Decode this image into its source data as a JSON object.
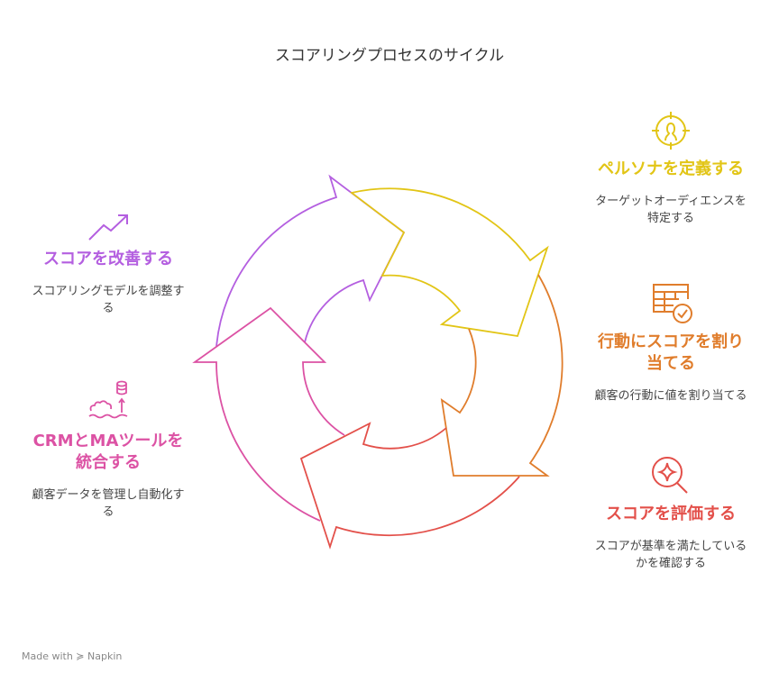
{
  "title": "スコアリングプロセスのサイクル",
  "colors": {
    "purple": "#b45fe0",
    "yellow": "#e2c516",
    "orange": "#e07d2c",
    "red": "#e3504a",
    "pink": "#dc52a4"
  },
  "steps": [
    {
      "heading": "ペルソナを定義する",
      "desc": "ターゲットオーディエンスを特定する",
      "icon": "persona-target-icon"
    },
    {
      "heading": "行動にスコアを割り当てる",
      "desc": "顧客の行動に値を割り当てる",
      "icon": "table-check-icon"
    },
    {
      "heading": "スコアを評価する",
      "desc": "スコアが基準を満たしているかを確認する",
      "icon": "search-sparkle-icon"
    },
    {
      "heading": "CRMとMAツールを統合する",
      "desc": "顧客データを管理し自動化する",
      "icon": "database-integration-icon"
    },
    {
      "heading": "スコアを改善する",
      "desc": "スコアリングモデルを調整する",
      "icon": "trend-up-icon"
    }
  ],
  "watermark": "Made with ≽ Napkin"
}
